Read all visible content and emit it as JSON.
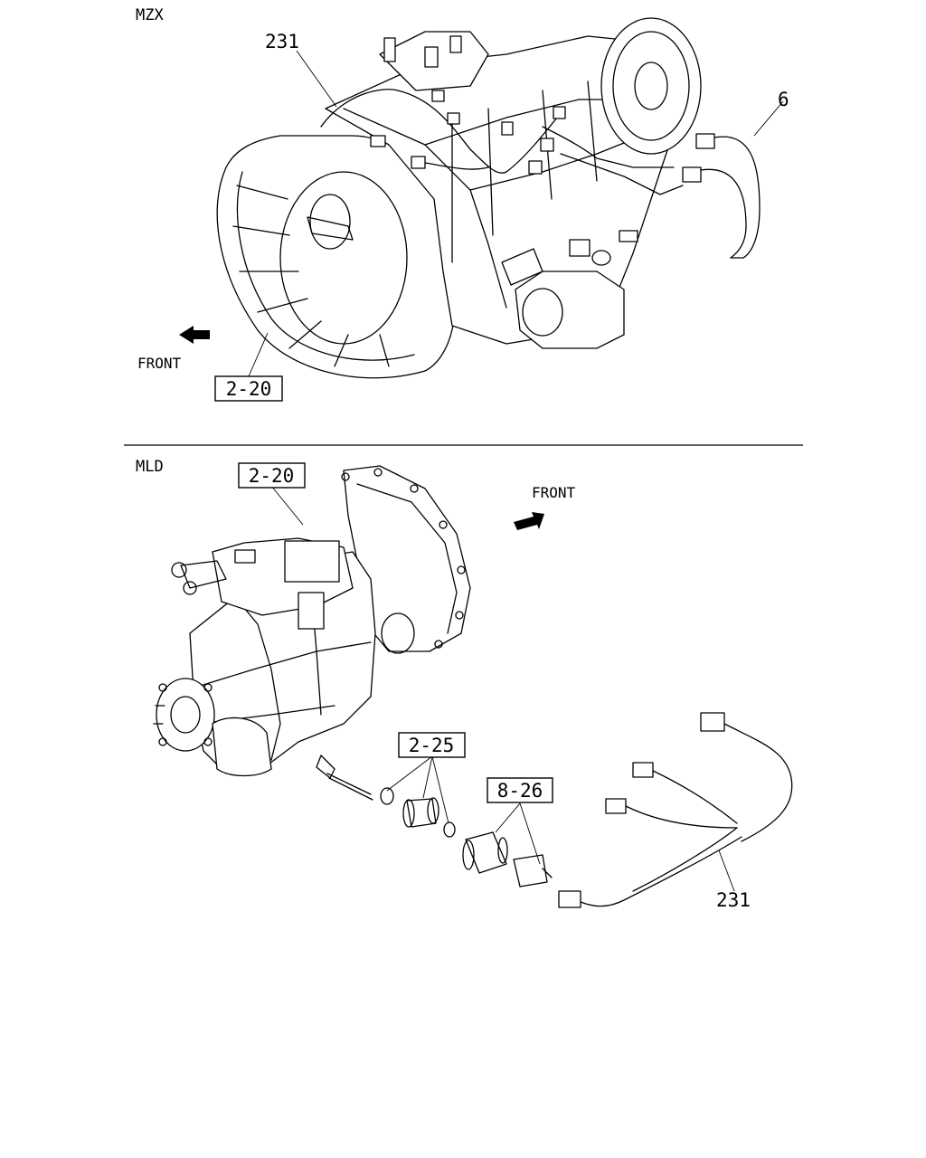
{
  "sections": {
    "top": {
      "model": "MZX",
      "front_label": "FRONT",
      "refs": {
        "harness": "231",
        "connector": "6",
        "unit_box": "2-20"
      }
    },
    "bottom": {
      "model": "MLD",
      "front_label": "FRONT",
      "refs": {
        "unit_box": "2-20",
        "speedo_box": "2-25",
        "sensor_box": "8-26",
        "harness": "231"
      }
    }
  },
  "colors": {
    "line": "#000000",
    "background": "#ffffff"
  }
}
